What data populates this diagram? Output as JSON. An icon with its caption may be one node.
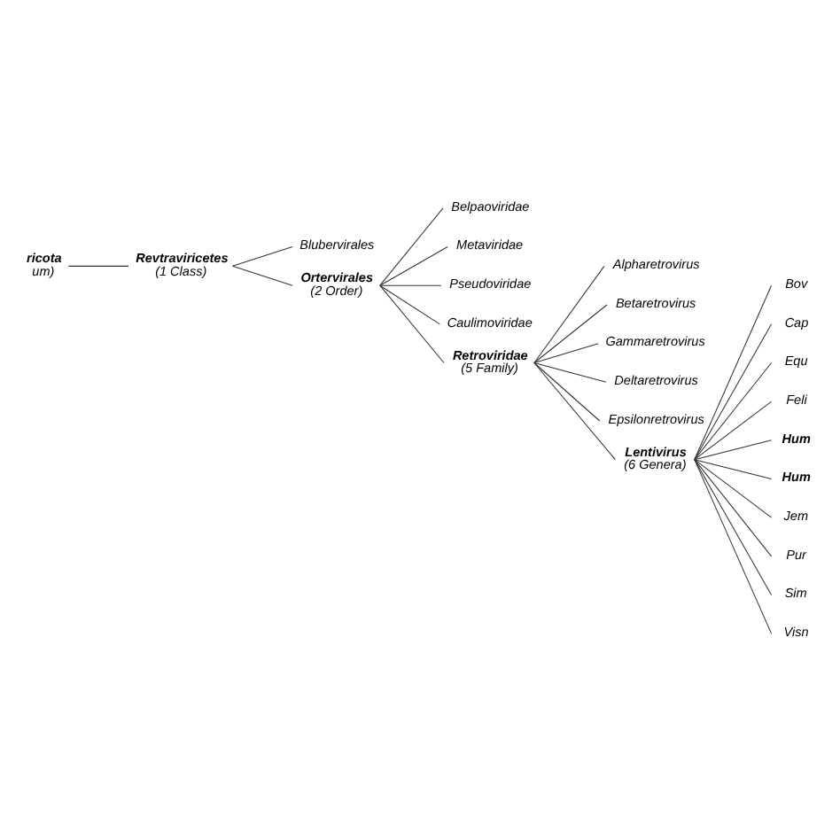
{
  "diagram": {
    "nodes": [
      {
        "text": [
          "ricota",
          "um)"
        ]
      },
      {
        "text": [
          "Revtraviricetes",
          "(1 Class)"
        ]
      },
      {
        "text": [
          "Blubervirales"
        ]
      },
      {
        "text": [
          "Ortervirales",
          "(2 Order)"
        ]
      },
      {
        "text": [
          "Belpaoviridae"
        ]
      },
      {
        "text": [
          "Metaviridae"
        ]
      },
      {
        "text": [
          "Pseudoviridae"
        ]
      },
      {
        "text": [
          "Caulimoviridae"
        ]
      },
      {
        "text": [
          "Retroviridae",
          "(5 Family)"
        ]
      },
      {
        "text": [
          "Alpharetrovirus"
        ]
      },
      {
        "text": [
          "Betaretrovirus"
        ]
      },
      {
        "text": [
          "Gammaretrovirus"
        ]
      },
      {
        "text": [
          "Deltaretrovirus"
        ]
      },
      {
        "text": [
          "Epsilonretrovirus"
        ]
      },
      {
        "text": [
          "Lentivirus",
          "(6 Genera)"
        ]
      },
      {
        "text": [
          "Bov"
        ]
      },
      {
        "text": [
          "Cap"
        ]
      },
      {
        "text": [
          "Equ"
        ]
      },
      {
        "text": [
          "Feli"
        ]
      },
      {
        "text": [
          "Hum"
        ]
      },
      {
        "text": [
          "Hum"
        ]
      },
      {
        "text": [
          "Jem"
        ]
      },
      {
        "text": [
          "Pur"
        ]
      },
      {
        "text": [
          "Sim"
        ]
      },
      {
        "text": [
          "Visn"
        ]
      }
    ],
    "edges": [
      {
        "from": 0,
        "to": 1,
        "arrow": "none"
      },
      {
        "from": 1,
        "to": 2,
        "arrow": "none"
      },
      {
        "from": 1,
        "to": 3,
        "arrow": "none"
      },
      {
        "from": 3,
        "to": 4,
        "arrow": "none"
      },
      {
        "from": 3,
        "to": 5,
        "arrow": "none"
      },
      {
        "from": 3,
        "to": 6,
        "arrow": "none"
      },
      {
        "from": 3,
        "to": 7,
        "arrow": "none"
      },
      {
        "from": 3,
        "to": 8,
        "arrow": "none"
      },
      {
        "from": 8,
        "to": 9,
        "arrow": "none"
      },
      {
        "from": 8,
        "to": 10,
        "arrow": "none"
      },
      {
        "from": 8,
        "to": 11,
        "arrow": "none"
      },
      {
        "from": 8,
        "to": 12,
        "arrow": "none"
      },
      {
        "from": 8,
        "to": 13,
        "arrow": "none"
      },
      {
        "from": 8,
        "to": 14,
        "arrow": "none"
      },
      {
        "from": 14,
        "to": 15,
        "arrow": "none"
      },
      {
        "from": 14,
        "to": 16,
        "arrow": "none"
      },
      {
        "from": 14,
        "to": 17,
        "arrow": "none"
      },
      {
        "from": 14,
        "to": 18,
        "arrow": "none"
      },
      {
        "from": 14,
        "to": 19,
        "arrow": "none"
      },
      {
        "from": 14,
        "to": 20,
        "arrow": "none"
      },
      {
        "from": 14,
        "to": 21,
        "arrow": "none"
      },
      {
        "from": 14,
        "to": 22,
        "arrow": "none"
      },
      {
        "from": 14,
        "to": 23,
        "arrow": "none"
      },
      {
        "from": 14,
        "to": 24,
        "arrow": "none"
      }
    ]
  }
}
